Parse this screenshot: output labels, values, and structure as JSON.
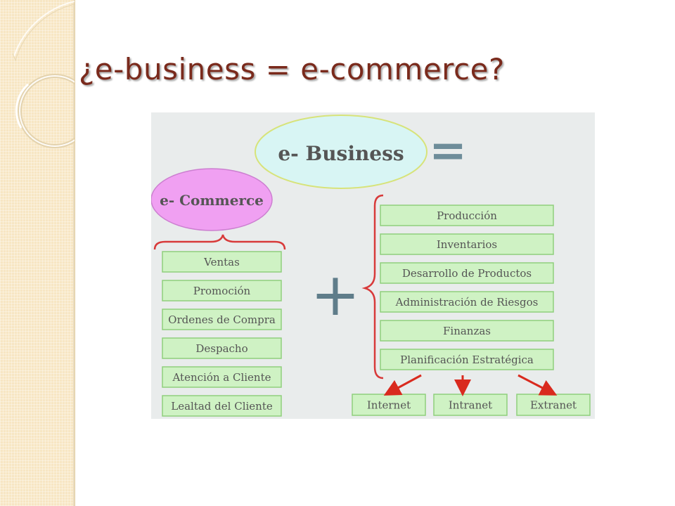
{
  "slide": {
    "title": "¿e-business = e-commerce?"
  },
  "diagram": {
    "ebusiness_label": "e- Business",
    "ecommerce_label": "e- Commerce",
    "equals_symbol": "=",
    "plus_symbol": "+",
    "ecommerce_items": [
      "Ventas",
      "Promoción",
      "Ordenes de Compra",
      "Despacho",
      "Atención a Cliente",
      "Lealtad del Cliente"
    ],
    "business_items": [
      "Producción",
      "Inventarios",
      "Desarrollo de Productos",
      "Administración de Riesgos",
      "Finanzas",
      "Planificación Estratégica"
    ],
    "network_items": [
      "Internet",
      "Intranet",
      "Extranet"
    ]
  },
  "colors": {
    "title": "#7a2a1c",
    "box_fill": "#cff2c4",
    "box_stroke": "#8fcf7d",
    "ebusiness_fill": "#d8f5f4",
    "ecommerce_fill": "#f0a0f2",
    "brace": "#d83a3a",
    "arrow": "#d92a1e",
    "equals": "#6e8d9a",
    "plus": "#5f7d8a"
  }
}
